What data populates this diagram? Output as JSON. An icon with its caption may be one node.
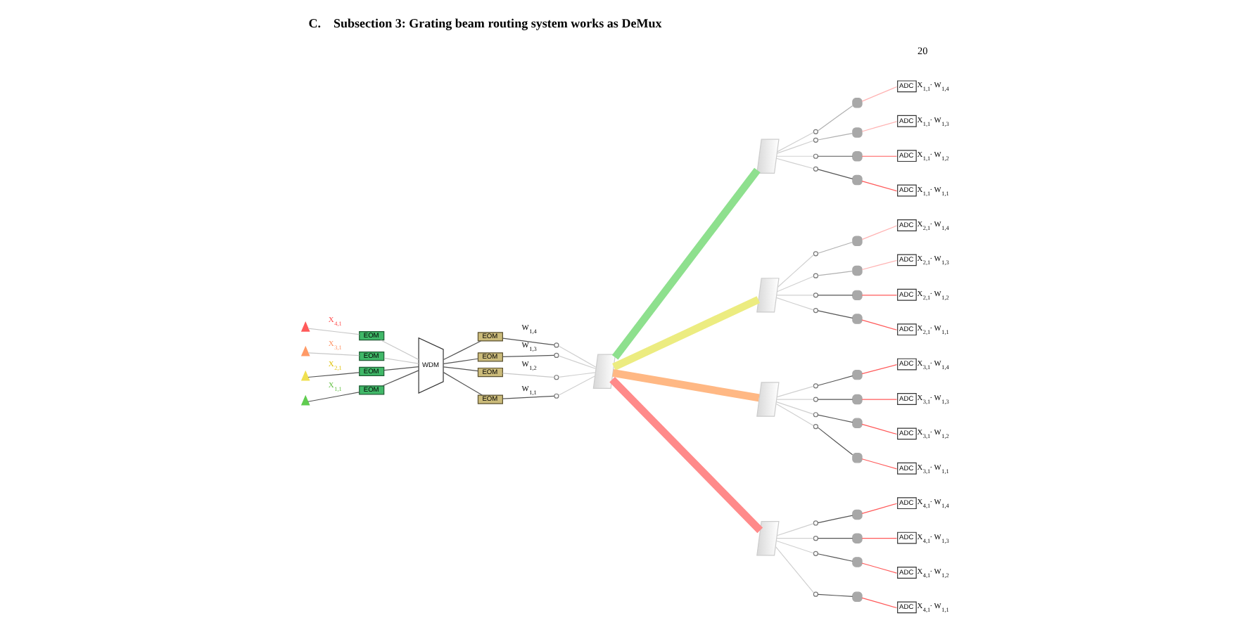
{
  "diagram": {
    "title": "C.    Subsection 3: Grating beam routing system works as DeMux",
    "nodes": [
      {
        "text": [],
        "shape": "triangle"
      },
      {
        "text": [],
        "shape": "triangle"
      },
      {
        "text": [],
        "shape": "triangle"
      },
      {
        "text": [],
        "shape": "triangle"
      },
      {
        "text": [
          "EOM"
        ]
      },
      {
        "text": [
          "EOM"
        ]
      },
      {
        "text": [
          "EOM"
        ]
      },
      {
        "text": [
          "EOM"
        ]
      },
      {
        "text": [
          "WDM"
        ]
      },
      {
        "text": [
          "EOM"
        ]
      },
      {
        "text": [
          "EOM"
        ]
      },
      {
        "text": [
          "EOM"
        ]
      },
      {
        "text": [
          "EOM"
        ]
      },
      {
        "text": [],
        "shape": "circle"
      },
      {
        "text": [],
        "shape": "circle"
      },
      {
        "text": [],
        "shape": "circle"
      },
      {
        "text": [],
        "shape": "circle"
      },
      {
        "text": [],
        "shape": "parallelogram"
      },
      {
        "text": [],
        "shape": "parallelogram"
      },
      {
        "text": [],
        "shape": "parallelogram"
      },
      {
        "text": [],
        "shape": "parallelogram"
      },
      {
        "text": [],
        "shape": "parallelogram"
      },
      {
        "text": [],
        "shape": "circle"
      },
      {
        "text": [],
        "shape": "circle"
      },
      {
        "text": [],
        "shape": "circle"
      },
      {
        "text": [],
        "shape": "circle"
      },
      {
        "text": [],
        "shape": "gate"
      },
      {
        "text": [],
        "shape": "gate"
      },
      {
        "text": [],
        "shape": "gate"
      },
      {
        "text": [],
        "shape": "gate"
      },
      {
        "text": [
          "ADC"
        ],
        "beside": [
          "X$_{1,1}$· W$_{1,4}$"
        ]
      },
      {
        "text": [
          "ADC"
        ],
        "beside": [
          "X$_{1,1}$· W$_{1,3}$"
        ]
      },
      {
        "text": [
          "ADC"
        ],
        "beside": [
          "X$_{1,1}$· W$_{1,2}$"
        ]
      },
      {
        "text": [
          "ADC"
        ],
        "beside": [
          "X$_{1,1}$· W$_{1,1}$"
        ]
      },
      {
        "text": [],
        "shape": "circle"
      },
      {
        "text": [],
        "shape": "circle"
      },
      {
        "text": [],
        "shape": "circle"
      },
      {
        "text": [],
        "shape": "circle"
      },
      {
        "text": [],
        "shape": "gate"
      },
      {
        "text": [],
        "shape": "gate"
      },
      {
        "text": [],
        "shape": "gate"
      },
      {
        "text": [],
        "shape": "gate"
      },
      {
        "text": [
          "ADC"
        ],
        "beside": [
          "X$_{2,1}$· W$_{1,4}$"
        ]
      },
      {
        "text": [
          "ADC"
        ],
        "beside": [
          "X$_{2,1}$· W$_{1,3}$"
        ]
      },
      {
        "text": [
          "ADC"
        ],
        "beside": [
          "X$_{2,1}$· W$_{1,2}$"
        ]
      },
      {
        "text": [
          "ADC"
        ],
        "beside": [
          "X$_{2,1}$· W$_{1,1}$"
        ]
      },
      {
        "text": [],
        "shape": "circle"
      },
      {
        "text": [],
        "shape": "circle"
      },
      {
        "text": [],
        "shape": "circle"
      },
      {
        "text": [],
        "shape": "circle"
      },
      {
        "text": [],
        "shape": "gate"
      },
      {
        "text": [],
        "shape": "gate"
      },
      {
        "text": [],
        "shape": "gate"
      },
      {
        "text": [],
        "shape": "gate"
      },
      {
        "text": [
          "ADC"
        ],
        "beside": [
          "X$_{3,1}$· W$_{1,4}$"
        ]
      },
      {
        "text": [
          "ADC"
        ],
        "beside": [
          "X$_{3,1}$· W$_{1,3}$"
        ]
      },
      {
        "text": [
          "ADC"
        ],
        "beside": [
          "X$_{3,1}$· W$_{1,2}$"
        ]
      },
      {
        "text": [
          "ADC"
        ],
        "beside": [
          "X$_{3,1}$· W$_{1,1}$"
        ]
      },
      {
        "text": [],
        "shape": "circle"
      },
      {
        "text": [],
        "shape": "circle"
      },
      {
        "text": [],
        "shape": "circle"
      },
      {
        "text": [],
        "shape": "circle"
      },
      {
        "text": [],
        "shape": "gate"
      },
      {
        "text": [],
        "shape": "gate"
      },
      {
        "text": [],
        "shape": "gate"
      },
      {
        "text": [],
        "shape": "gate"
      },
      {
        "text": [
          "ADC"
        ],
        "beside": [
          "X$_{4,1}$· W$_{1,4}$"
        ]
      },
      {
        "text": [
          "ADC"
        ],
        "beside": [
          "X$_{4,1}$· W$_{1,3}$"
        ]
      },
      {
        "text": [
          "ADC"
        ],
        "beside": [
          "X$_{4,1}$· W$_{1,2}$"
        ]
      },
      {
        "text": [
          "ADC"
        ],
        "beside": [
          "X$_{4,1}$· W$_{1,1}$"
        ]
      }
    ],
    "edges": [
      {
        "from": 0,
        "to": 4,
        "arrow": "none",
        "label": "X$_{4,1}$",
        "color": "#c8c8c8"
      },
      {
        "from": 1,
        "to": 5,
        "arrow": "none",
        "label": "X$_{3,1}$",
        "color": "#c8c8c8"
      },
      {
        "from": 2,
        "to": 6,
        "arrow": "none",
        "label": "X$_{2,1}$"
      },
      {
        "from": 3,
        "to": 7,
        "arrow": "none",
        "label": "X$_{1,1}$"
      },
      {
        "from": 4,
        "to": 8,
        "arrow": "none",
        "color": "#c8c8c8"
      },
      {
        "from": 5,
        "to": 8,
        "arrow": "none",
        "color": "#c8c8c8"
      },
      {
        "from": 6,
        "to": 8,
        "arrow": "none"
      },
      {
        "from": 7,
        "to": 8,
        "arrow": "none"
      },
      {
        "from": 8,
        "to": 9,
        "arrow": "none"
      },
      {
        "from": 8,
        "to": 10,
        "arrow": "none"
      },
      {
        "from": 8,
        "to": 11,
        "arrow": "none"
      },
      {
        "from": 8,
        "to": 12,
        "arrow": "none"
      },
      {
        "from": 9,
        "to": 13,
        "arrow": "none",
        "label": "W$_{1,4}$"
      },
      {
        "from": 10,
        "to": 14,
        "arrow": "none",
        "label": "W$_{1,3}$"
      },
      {
        "from": 11,
        "to": 15,
        "arrow": "none",
        "label": "W$_{1,2}$",
        "color": "#c8c8c8"
      },
      {
        "from": 12,
        "to": 16,
        "arrow": "none",
        "label": "W$_{1,1}$"
      },
      {
        "from": 13,
        "to": 17,
        "arrow": "none",
        "color": "#d0d0d0"
      },
      {
        "from": 14,
        "to": 17,
        "arrow": "none",
        "color": "#d0d0d0"
      },
      {
        "from": 15,
        "to": 17,
        "arrow": "none",
        "color": "#d0d0d0"
      },
      {
        "from": 16,
        "to": 17,
        "arrow": "none",
        "color": "#d0d0d0"
      },
      {
        "from": 17,
        "to": 18,
        "arrow": "none",
        "style": "thick",
        "color": "#8ee08e"
      },
      {
        "from": 17,
        "to": 19,
        "arrow": "none",
        "style": "thick",
        "color": "#ecec80"
      },
      {
        "from": 17,
        "to": 20,
        "arrow": "none",
        "style": "thick",
        "color": "#ffb884"
      },
      {
        "from": 17,
        "to": 21,
        "arrow": "none",
        "style": "thick",
        "color": "#ff8a8a"
      },
      {
        "from": 18,
        "to": 22,
        "arrow": "none",
        "color": "#d0d0d0"
      },
      {
        "from": 18,
        "to": 23,
        "arrow": "none",
        "color": "#d0d0d0"
      },
      {
        "from": 18,
        "to": 24,
        "arrow": "none",
        "color": "#d0d0d0"
      },
      {
        "from": 18,
        "to": 25,
        "arrow": "none",
        "color": "#d0d0d0"
      },
      {
        "from": 22,
        "to": 26,
        "arrow": "none",
        "color": "#b0b0b0"
      },
      {
        "from": 23,
        "to": 27,
        "arrow": "none",
        "color": "#b0b0b0"
      },
      {
        "from": 24,
        "to": 28,
        "arrow": "none"
      },
      {
        "from": 25,
        "to": 29,
        "arrow": "none"
      },
      {
        "from": 26,
        "to": 30,
        "arrow": "none",
        "color": "#ffb3b3"
      },
      {
        "from": 27,
        "to": 31,
        "arrow": "none",
        "color": "#ffb3b3"
      },
      {
        "from": 28,
        "to": 32,
        "arrow": "none",
        "color": "#ff5a5a"
      },
      {
        "from": 29,
        "to": 33,
        "arrow": "none",
        "color": "#ff5a5a"
      },
      {
        "from": 19,
        "to": 34,
        "arrow": "none",
        "color": "#d0d0d0"
      },
      {
        "from": 19,
        "to": 35,
        "arrow": "none",
        "color": "#d0d0d0"
      },
      {
        "from": 19,
        "to": 36,
        "arrow": "none",
        "color": "#d0d0d0"
      },
      {
        "from": 19,
        "to": 37,
        "arrow": "none",
        "color": "#d0d0d0"
      },
      {
        "from": 34,
        "to": 38,
        "arrow": "none",
        "color": "#b0b0b0"
      },
      {
        "from": 35,
        "to": 39,
        "arrow": "none",
        "color": "#b0b0b0"
      },
      {
        "from": 36,
        "to": 40,
        "arrow": "none"
      },
      {
        "from": 37,
        "to": 41,
        "arrow": "none"
      },
      {
        "from": 38,
        "to": 42,
        "arrow": "none",
        "color": "#ffb3b3"
      },
      {
        "from": 39,
        "to": 43,
        "arrow": "none",
        "color": "#ffb3b3"
      },
      {
        "from": 40,
        "to": 44,
        "arrow": "none",
        "color": "#ff5a5a"
      },
      {
        "from": 41,
        "to": 45,
        "arrow": "none",
        "color": "#ff5a5a"
      },
      {
        "from": 20,
        "to": 46,
        "arrow": "none",
        "color": "#d0d0d0"
      },
      {
        "from": 20,
        "to": 47,
        "arrow": "none",
        "color": "#d0d0d0"
      },
      {
        "from": 20,
        "to": 48,
        "arrow": "none",
        "color": "#d0d0d0"
      },
      {
        "from": 20,
        "to": 49,
        "arrow": "none",
        "color": "#d0d0d0"
      },
      {
        "from": 46,
        "to": 50,
        "arrow": "none"
      },
      {
        "from": 47,
        "to": 51,
        "arrow": "none"
      },
      {
        "from": 48,
        "to": 52,
        "arrow": "none"
      },
      {
        "from": 49,
        "to": 53,
        "arrow": "none"
      },
      {
        "from": 50,
        "to": 54,
        "arrow": "none",
        "color": "#ff5a5a"
      },
      {
        "from": 51,
        "to": 55,
        "arrow": "none",
        "color": "#ff5a5a"
      },
      {
        "from": 52,
        "to": 56,
        "arrow": "none",
        "color": "#ff5a5a"
      },
      {
        "from": 53,
        "to": 57,
        "arrow": "none",
        "color": "#ff5a5a"
      },
      {
        "from": 21,
        "to": 58,
        "arrow": "none",
        "color": "#d0d0d0"
      },
      {
        "from": 21,
        "to": 59,
        "arrow": "none",
        "color": "#d0d0d0"
      },
      {
        "from": 21,
        "to": 60,
        "arrow": "none",
        "color": "#d0d0d0"
      },
      {
        "from": 21,
        "to": 61,
        "arrow": "none",
        "color": "#d0d0d0"
      },
      {
        "from": 58,
        "to": 62,
        "arrow": "none"
      },
      {
        "from": 59,
        "to": 63,
        "arrow": "none"
      },
      {
        "from": 60,
        "to": 64,
        "arrow": "none"
      },
      {
        "from": 61,
        "to": 65,
        "arrow": "none"
      },
      {
        "from": 62,
        "to": 66,
        "arrow": "none",
        "color": "#ff5a5a"
      },
      {
        "from": 63,
        "to": 67,
        "arrow": "none",
        "color": "#ff5a5a"
      },
      {
        "from": 64,
        "to": 68,
        "arrow": "none",
        "color": "#ff5a5a"
      },
      {
        "from": 65,
        "to": 69,
        "arrow": "none",
        "color": "#ff5a5a"
      }
    ],
    "labels": [
      "20"
    ]
  }
}
